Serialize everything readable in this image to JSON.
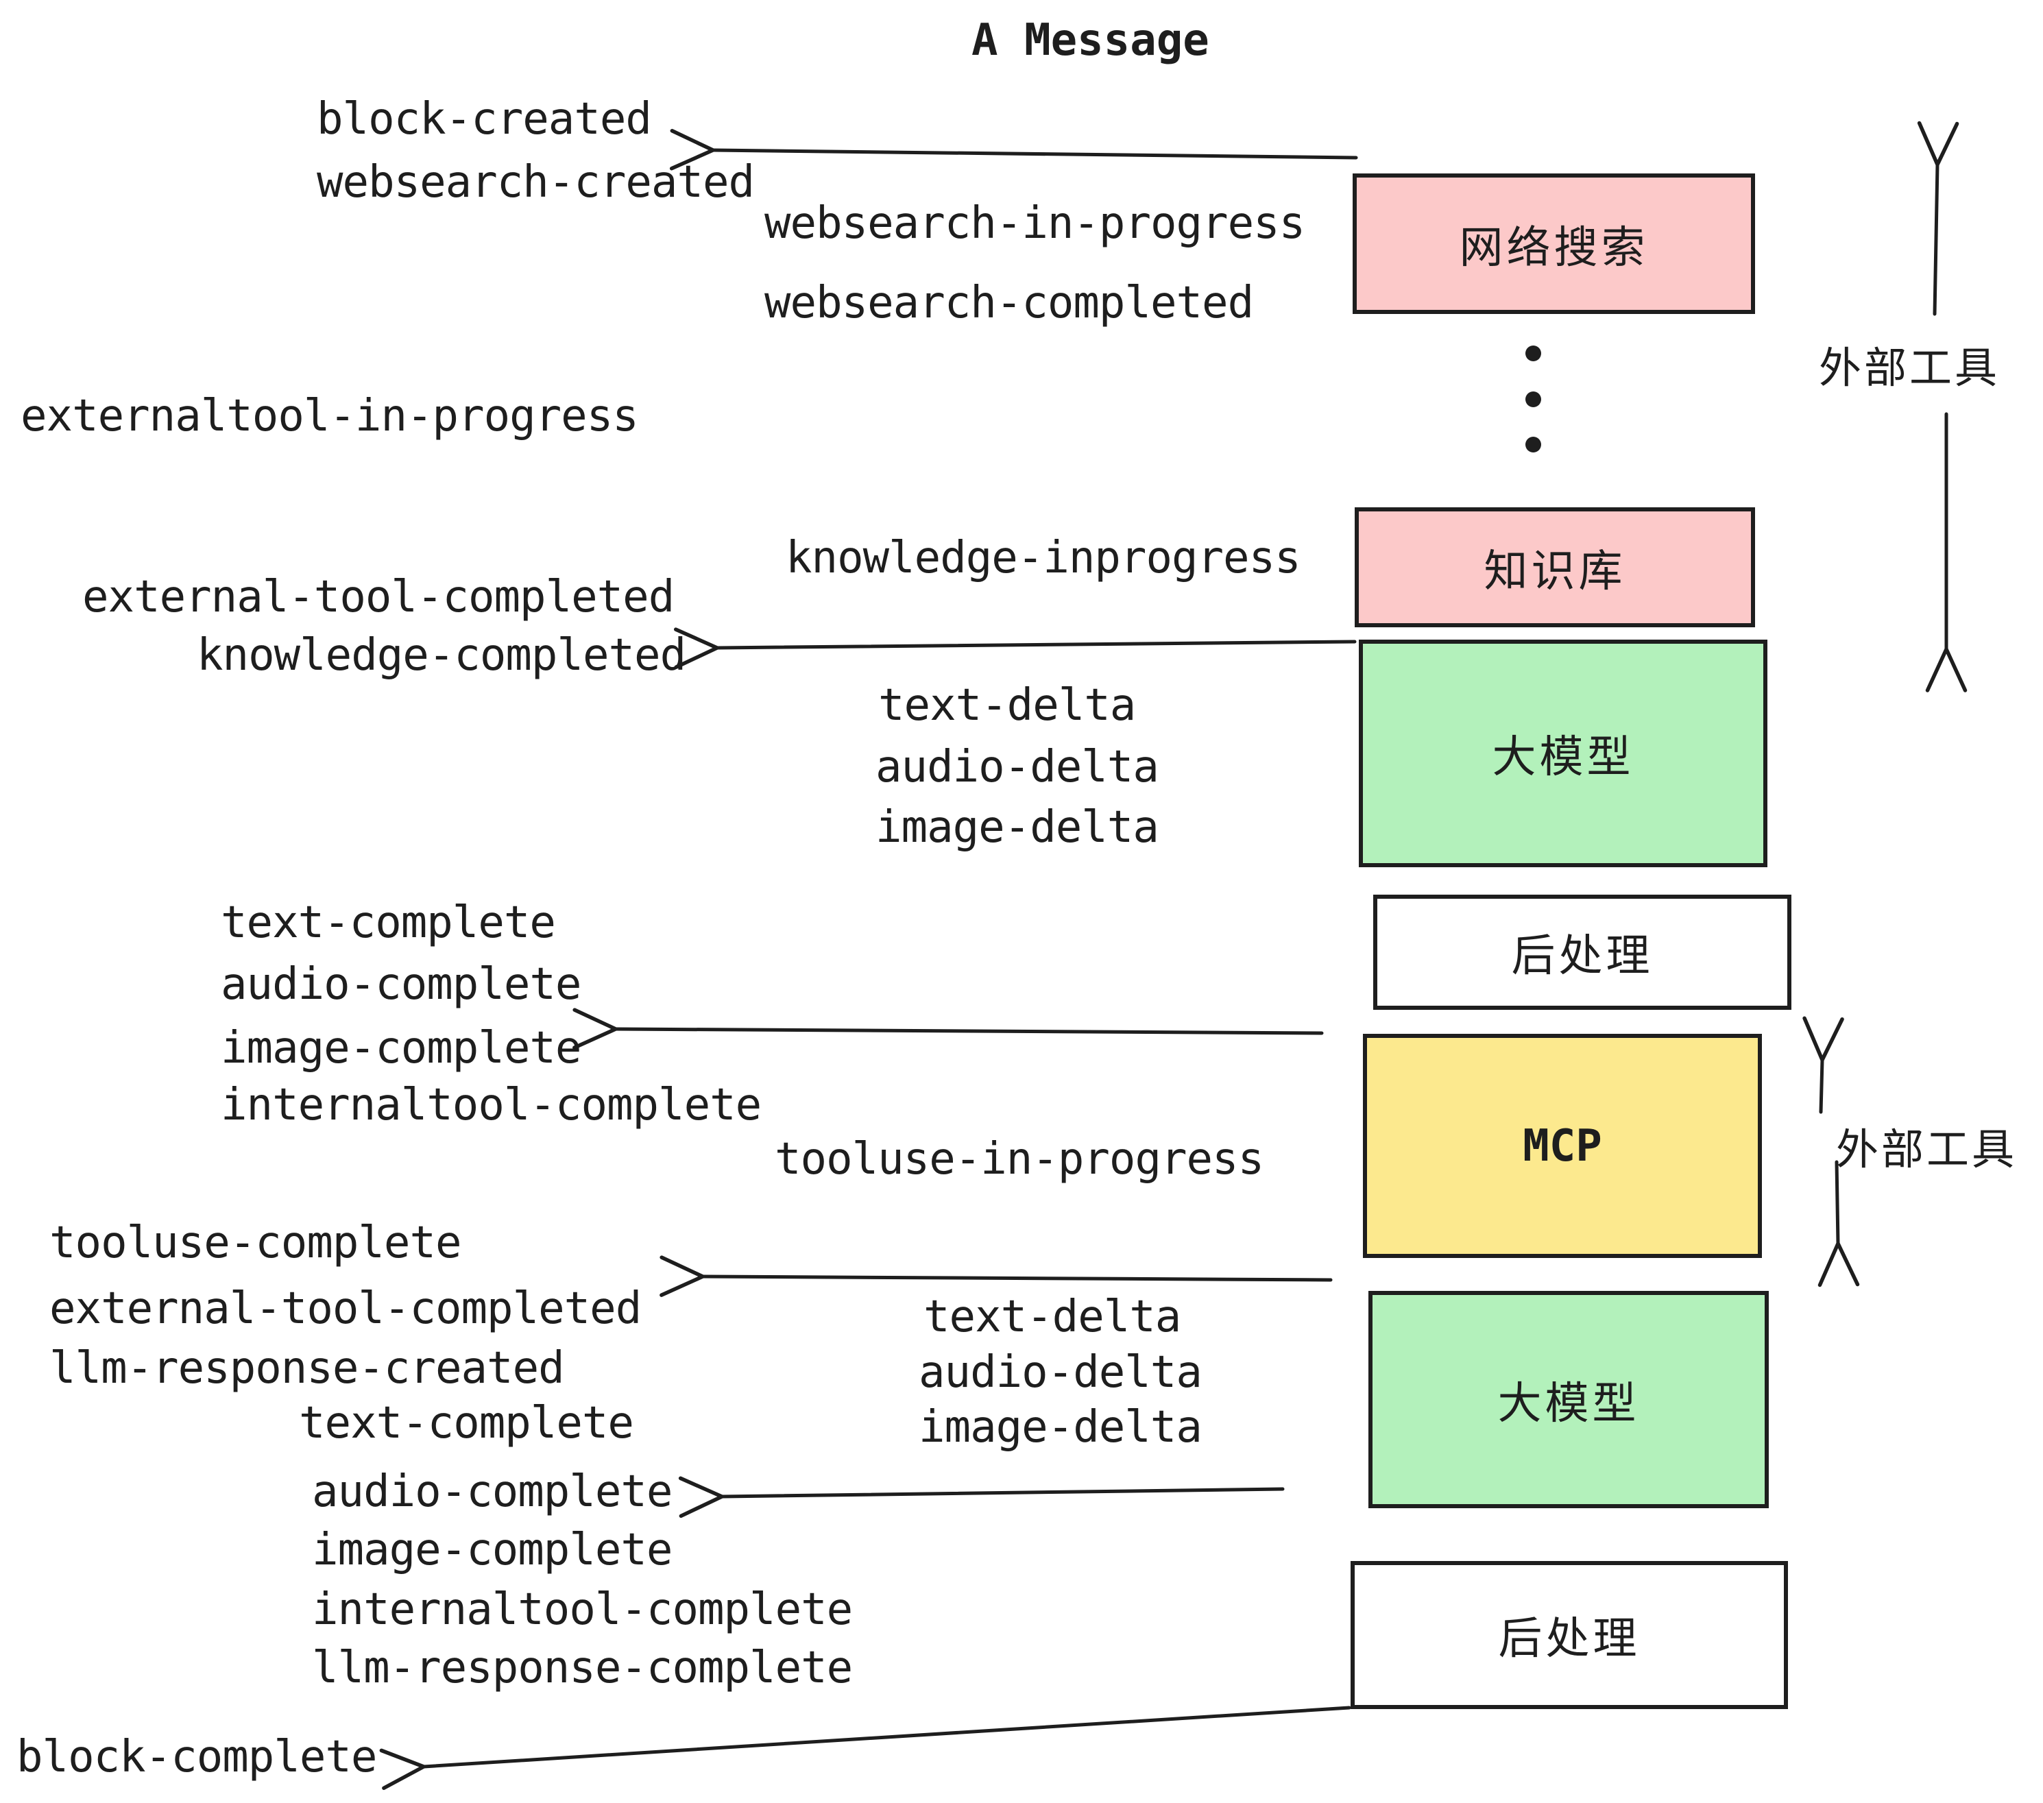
{
  "title": "A Message",
  "colors": {
    "pink": "#fcc9c9",
    "green": "#b3f1bb",
    "yellow": "#fce98e",
    "white": "#ffffff",
    "ink": "#1e1e1e"
  },
  "event_labels": [
    {
      "text": "block-created"
    },
    {
      "text": "websearch-created"
    },
    {
      "text": "websearch-in-progress"
    },
    {
      "text": "websearch-completed"
    },
    {
      "text": "externaltool-in-progress"
    },
    {
      "text": "knowledge-inprogress"
    },
    {
      "text": "external-tool-completed"
    },
    {
      "text": "knowledge-completed"
    },
    {
      "text": "text-delta"
    },
    {
      "text": "audio-delta"
    },
    {
      "text": "image-delta"
    },
    {
      "text": "text-complete"
    },
    {
      "text": "audio-complete"
    },
    {
      "text": "image-complete"
    },
    {
      "text": "internaltool-complete"
    },
    {
      "text": "tooluse-in-progress"
    },
    {
      "text": "tooluse-complete"
    },
    {
      "text": "external-tool-completed"
    },
    {
      "text": "llm-response-created"
    },
    {
      "text": "text-complete"
    },
    {
      "text": "text-delta"
    },
    {
      "text": "audio-delta"
    },
    {
      "text": "image-delta"
    },
    {
      "text": "audio-complete"
    },
    {
      "text": "image-complete"
    },
    {
      "text": "internaltool-complete"
    },
    {
      "text": "llm-response-complete"
    },
    {
      "text": "block-complete"
    }
  ],
  "boxes": [
    {
      "label": "网络搜索",
      "fill": "pink"
    },
    {
      "label": "知识库",
      "fill": "pink"
    },
    {
      "label": "大模型",
      "fill": "green"
    },
    {
      "label": "后处理",
      "fill": "white"
    },
    {
      "label": "MCP",
      "fill": "yellow"
    },
    {
      "label": "大模型",
      "fill": "green"
    },
    {
      "label": "后处理",
      "fill": "white"
    }
  ],
  "annotations": {
    "external_tools_top": "外部工具",
    "external_tools_mcp": "外部工具"
  },
  "icons": {
    "ellipsis": "vertical-ellipsis-dots",
    "arrowhead": "open-left-arrowhead"
  }
}
